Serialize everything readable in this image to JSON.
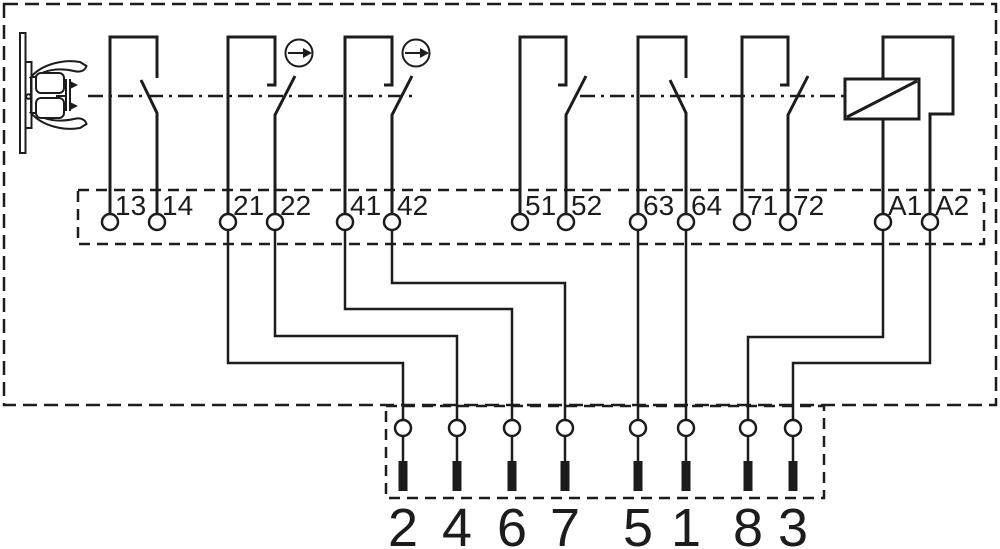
{
  "diagram": {
    "kind": "safety-interlock-switch contact wiring diagram",
    "line_color": "#1c1c1c",
    "background_color": "#ffffff"
  },
  "terminal_block": {
    "labels": [
      "13",
      "14",
      "21",
      "22",
      "41",
      "42",
      "51",
      "52",
      "63",
      "64",
      "71",
      "72",
      "A1",
      "A2"
    ]
  },
  "connector_block": {
    "pin_labels": [
      "2",
      "4",
      "6",
      "7",
      "5",
      "1",
      "8",
      "3"
    ]
  },
  "circuit": {
    "actuator": "separate actuator (tongue) symbol linked by mechanical dash-dot axis",
    "contacts": [
      {
        "terminals": "13-14",
        "type": "NO"
      },
      {
        "terminals": "21-22",
        "type": "NC",
        "positive_opening": true
      },
      {
        "terminals": "41-42",
        "type": "NC",
        "positive_opening": true
      },
      {
        "terminals": "51-52",
        "type": "NC"
      },
      {
        "terminals": "63-64",
        "type": "NO"
      },
      {
        "terminals": "71-72",
        "type": "NC"
      },
      {
        "terminals": "A1-A2",
        "type": "coil"
      }
    ],
    "terminal_to_pin": {
      "21": "2",
      "22": "4",
      "41": "6",
      "42": "7",
      "63": "5",
      "64": "1",
      "A1": "8",
      "A2": "3"
    }
  }
}
